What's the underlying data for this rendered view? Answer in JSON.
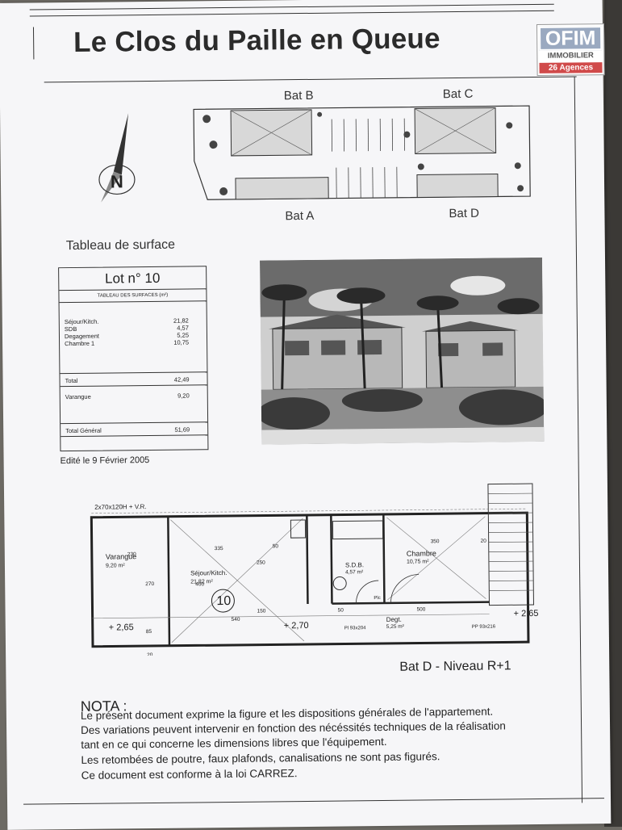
{
  "document": {
    "title": "Le Clos du Paille en Queue",
    "logo": {
      "name": "OFIM",
      "sub": "IMMOBILIER",
      "agencies": "26 Agences"
    },
    "site_plan": {
      "buildings": [
        "Bat B",
        "Bat C",
        "Bat A",
        "Bat D"
      ],
      "compass": "N"
    },
    "surface_heading": "Tableau de surface",
    "lot_table": {
      "title": "Lot n° 10",
      "subtitle": "TABLEAU DES SURFACES (m²)",
      "rows": [
        {
          "label": "Séjour/Kitch.",
          "value": "21,82"
        },
        {
          "label": "SDB",
          "value": "4,57"
        },
        {
          "label": "Degagement",
          "value": "5,25"
        },
        {
          "label": "Chambre 1",
          "value": "10,75"
        }
      ],
      "total_label": "Total",
      "total_value": "42,49",
      "varangue_label": "Varangue",
      "varangue_value": "9,20",
      "grand_total_label": "Total Général",
      "grand_total_value": "51,69"
    },
    "edited": "Edité le 9 Février 2005",
    "floor_plan": {
      "caption": "Bat D - Niveau R+1",
      "lot_number": "10",
      "top_note": "2x70x120H + V.R.",
      "rooms": [
        {
          "name": "Varangue",
          "area": "9,20 m²"
        },
        {
          "name": "Séjour/Kitch.",
          "area": "21,82 m²"
        },
        {
          "name": "S.D.B.",
          "area": "4,57 m²"
        },
        {
          "name": "Chambre",
          "area": "10,75 m²"
        },
        {
          "name": "Degt.",
          "area": "5,25 m²"
        }
      ],
      "levels": [
        "+ 2,65",
        "+ 2,70",
        "+ 2,65"
      ],
      "dims": [
        "230",
        "335",
        "50",
        "350",
        "20",
        "540",
        "400",
        "250",
        "150",
        "270",
        "500",
        "50",
        "20",
        "85"
      ],
      "doors": [
        "Pl 93x204",
        "PP 93x216",
        "Plc"
      ]
    },
    "nota": {
      "title": "NOTA :",
      "lines": [
        "Le présent document exprime la figure et les dispositions générales de l'appartement.",
        "Des variations peuvent intervenir en fonction des nécéssités techniques de la réalisation",
        "tant en ce qui concerne les dimensions libres que l'équipement.",
        "Les retombées de poutre, faux plafonds, canalisations ne sont pas figurés.",
        "Ce document est conforme à la loi CARREZ."
      ]
    }
  }
}
